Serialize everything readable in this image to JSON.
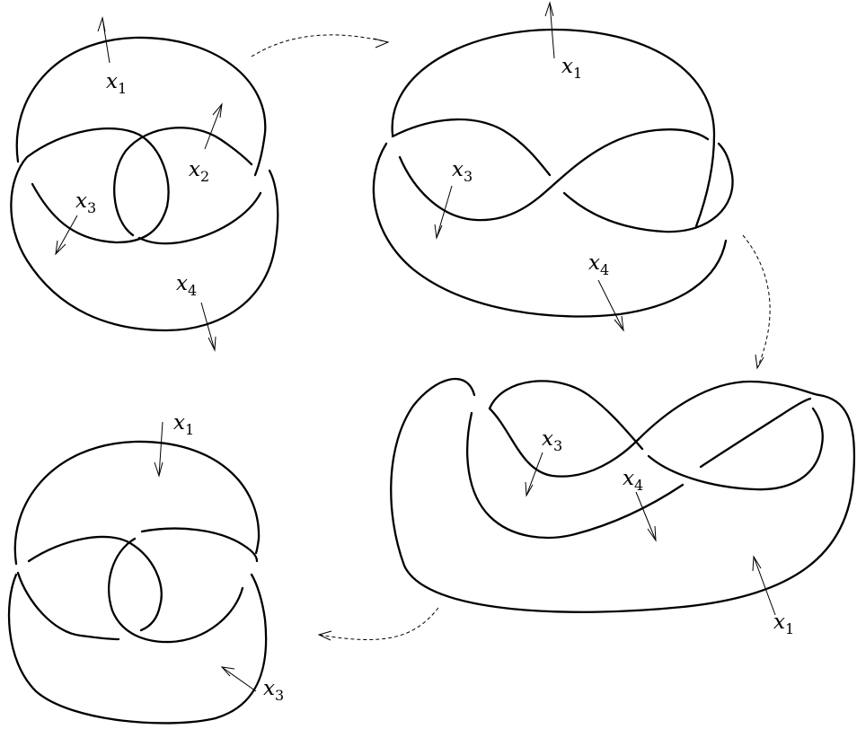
{
  "figure": {
    "panels": [
      {
        "id": "top-left",
        "labels": [
          {
            "base": "x",
            "sub": "1"
          },
          {
            "base": "x",
            "sub": "2"
          },
          {
            "base": "x",
            "sub": "3"
          },
          {
            "base": "x",
            "sub": "4"
          }
        ]
      },
      {
        "id": "top-right",
        "labels": [
          {
            "base": "x",
            "sub": "1"
          },
          {
            "base": "x",
            "sub": "3"
          },
          {
            "base": "x",
            "sub": "4"
          }
        ]
      },
      {
        "id": "bottom-right",
        "labels": [
          {
            "base": "x",
            "sub": "3"
          },
          {
            "base": "x",
            "sub": "4"
          },
          {
            "base": "x",
            "sub": "1"
          }
        ]
      },
      {
        "id": "bottom-left",
        "labels": [
          {
            "base": "x",
            "sub": "1"
          },
          {
            "base": "x",
            "sub": "3"
          }
        ]
      }
    ],
    "transitions": 3
  }
}
